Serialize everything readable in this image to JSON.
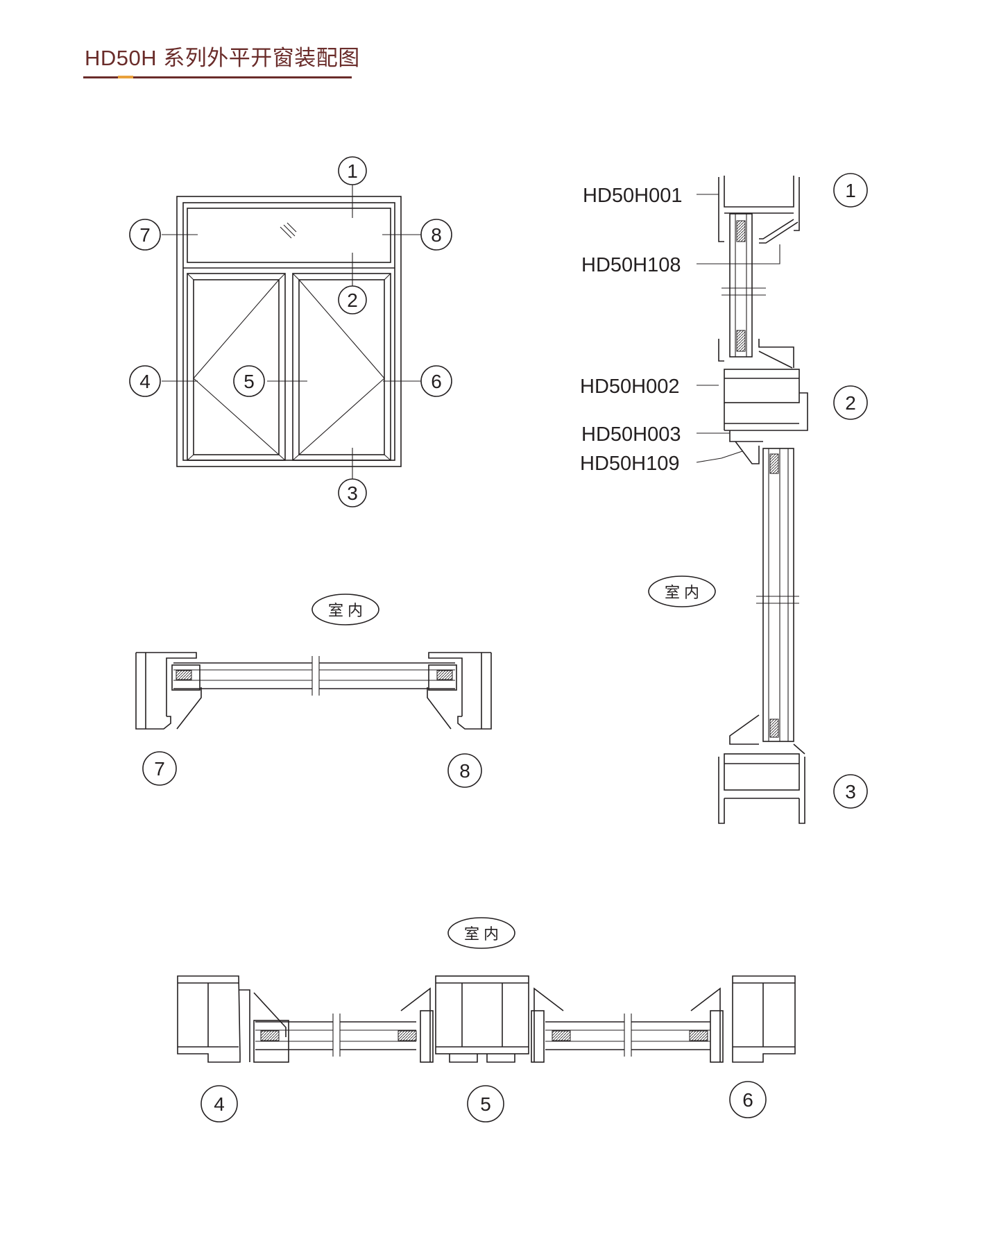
{
  "title": "HD50H 系列外平开窗装配图",
  "colors": {
    "title": "#6a2c2a",
    "title_accent": "#e9a13b",
    "line": "#231f20"
  },
  "callouts": {
    "c1": "1",
    "c2": "2",
    "c3": "3",
    "c4": "4",
    "c5": "5",
    "c6": "6",
    "c7": "7",
    "c8": "8"
  },
  "profiles": {
    "p001": "HD50H001",
    "p108": "HD50H108",
    "p002": "HD50H002",
    "p003": "HD50H003",
    "p109": "HD50H109"
  },
  "indoor_label": "室 内",
  "icons": [
    "glass-hatch-icon",
    "break-mark-icon",
    "insulation-strip-icon"
  ]
}
